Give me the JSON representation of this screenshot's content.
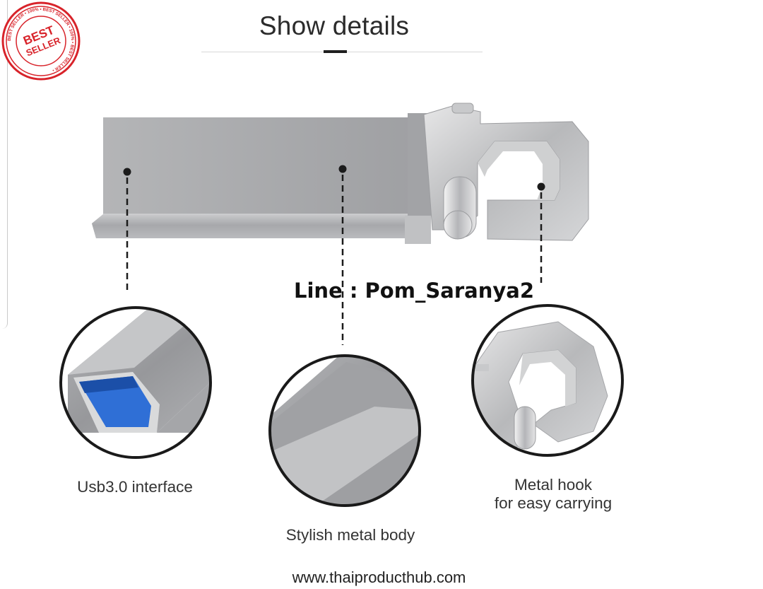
{
  "badge": {
    "main_text_1": "BEST",
    "main_text_2": "SELLER",
    "ring_text": "BEST SELLER • 100% • BEST SELLER • 100% • BEST SELLER •",
    "color": "#d8232a"
  },
  "heading": {
    "title": "Show details"
  },
  "watermark": {
    "line_id": "Line : Pom_Saranya2"
  },
  "callouts": [
    {
      "label": "Usb3.0 interface"
    },
    {
      "label": "Stylish metal body"
    },
    {
      "label_line1": "Metal hook",
      "label_line2": "for easy carrying"
    }
  ],
  "footer": {
    "website": "www.thaiproducthub.com"
  },
  "colors": {
    "metal": "#a9abae",
    "usb_port": "#2f6fd6",
    "callout_line": "#1b1b1b"
  }
}
